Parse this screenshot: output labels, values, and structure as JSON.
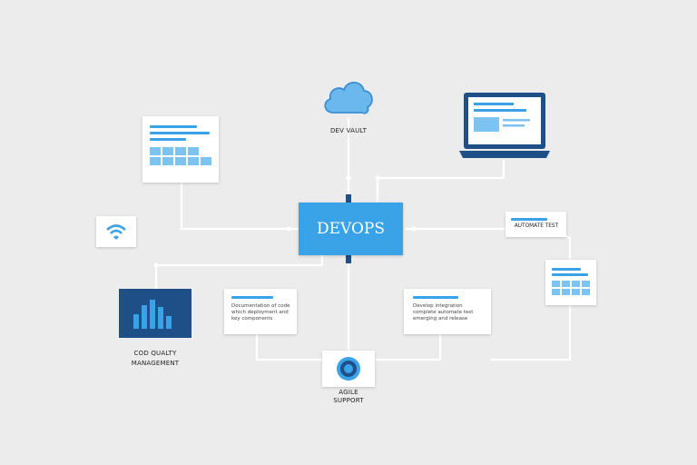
{
  "center": {
    "label": "DEVOPS"
  },
  "cloud": {
    "label": "DEV VAULT"
  },
  "automate": {
    "label": "AUTOMATE TEST"
  },
  "quality": {
    "line1": "COD QUALTY",
    "line2": "MANAGEMENT"
  },
  "agile": {
    "line1": "AGILE",
    "line2": "SUPPORT"
  },
  "left_note": {
    "text": "Documentation of code\nwhich deployment and\nkey components"
  },
  "right_note": {
    "text": "Develop integration\ncomplete automate test\nemerging and release"
  },
  "colors": {
    "accent": "#3aa3e8",
    "dark": "#1e4f87",
    "light": "#7cc3f2"
  }
}
